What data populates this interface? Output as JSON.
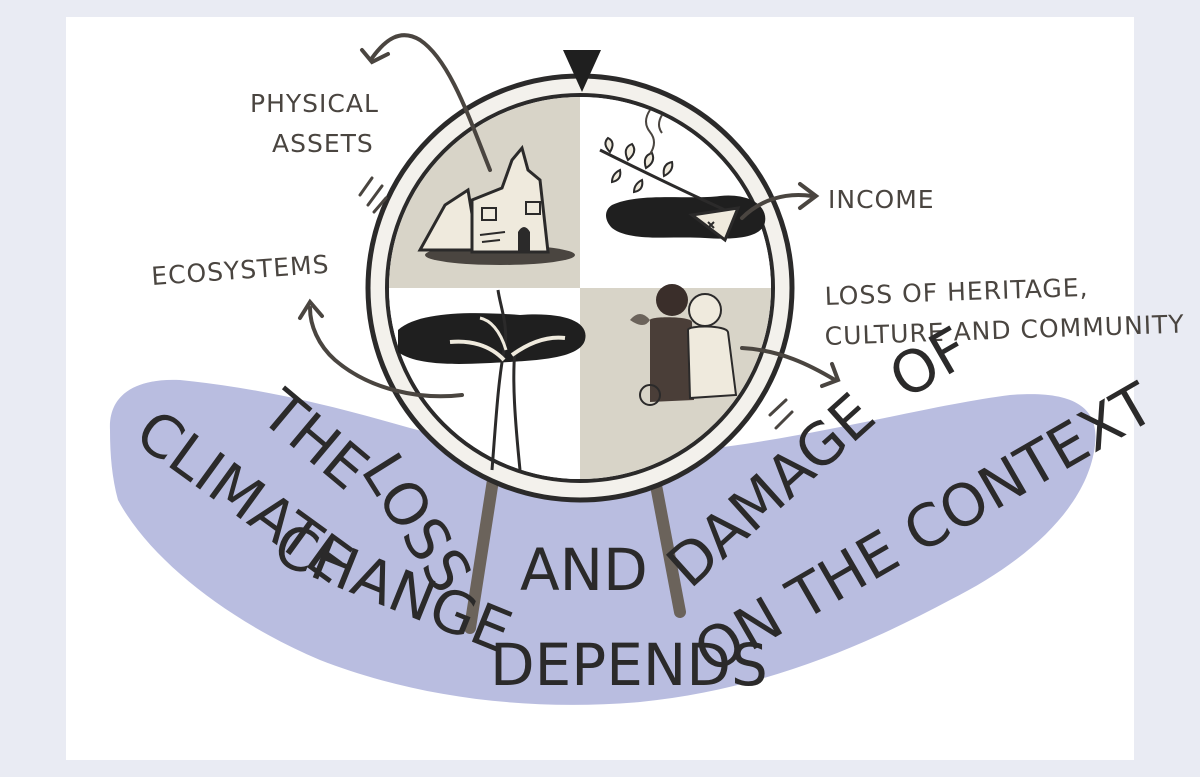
{
  "colors": {
    "page_background": "#e9ebf3",
    "paper": "#ffffff",
    "banner": "#b9bde0",
    "ink": "#2b2a2a",
    "label_ink": "#4a4540",
    "wheel_tan": "#d8d4c8",
    "wheel_rim": "#f3f1ec",
    "stand": "#6b635b"
  },
  "labels": {
    "physical_assets_1": "PHYSICAL",
    "physical_assets_2": "ASSETS",
    "income": "INCOME",
    "ecosystems": "ECOSYSTEMS",
    "heritage_1": "LOSS OF HERITAGE,",
    "heritage_2": "CULTURE AND COMMUNITY"
  },
  "banner": {
    "w1": "THE",
    "w2": "LOSS",
    "w3": "AND",
    "w4": "DAMAGE",
    "w5": "OF",
    "w6": "CLIMATE",
    "w7": "CHANGE",
    "w8": "DEPENDS",
    "w9": "ON THE CONTEXT"
  },
  "icons": {
    "pointer": "pointer-triangle-icon",
    "house": "damaged-house-icon",
    "crop": "wilted-crop-icon",
    "tree": "dead-tree-icon",
    "people": "community-people-icon"
  }
}
